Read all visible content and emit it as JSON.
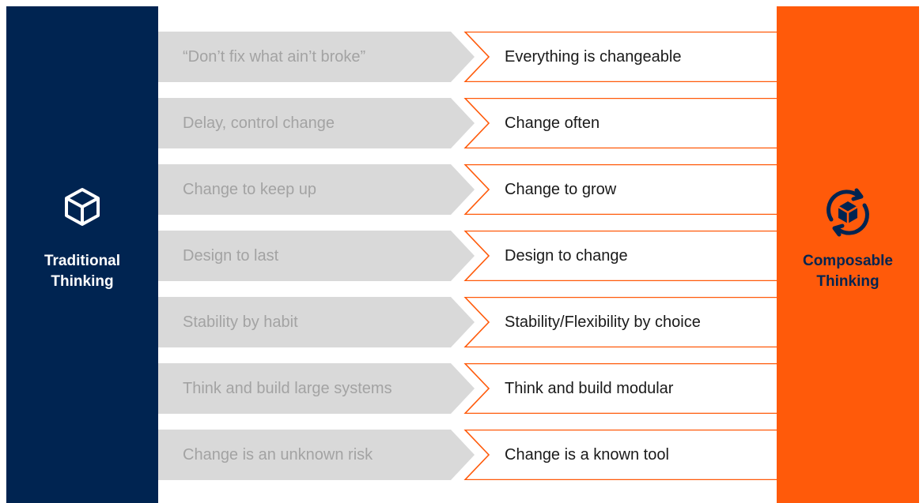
{
  "traditional": {
    "icon": "cube-icon",
    "title_line1": "Traditional",
    "title_line2": "Thinking",
    "color": "#002451"
  },
  "composable": {
    "icon": "cube-cycle-icon",
    "title_line1": "Composable",
    "title_line2": "Thinking",
    "color": "#ff5a0a"
  },
  "rows": [
    {
      "from": "“Don’t fix what ain’t broke”",
      "to": "Everything is changeable"
    },
    {
      "from": "Delay, control change",
      "to": "Change often"
    },
    {
      "from": "Change to keep up",
      "to": "Change to grow"
    },
    {
      "from": "Design to last",
      "to": "Design to change"
    },
    {
      "from": "Stability by habit",
      "to": "Stability/Flexibility by choice"
    },
    {
      "from": "Think and build large systems",
      "to": "Think and build modular"
    },
    {
      "from": "Change is an unknown risk",
      "to": "Change is a known tool"
    }
  ],
  "colors": {
    "arrow_fill": "#d9d9d9",
    "outline": "#ff5a0a",
    "old_text": "#a3a3a3",
    "new_text": "#1a1a1a"
  }
}
